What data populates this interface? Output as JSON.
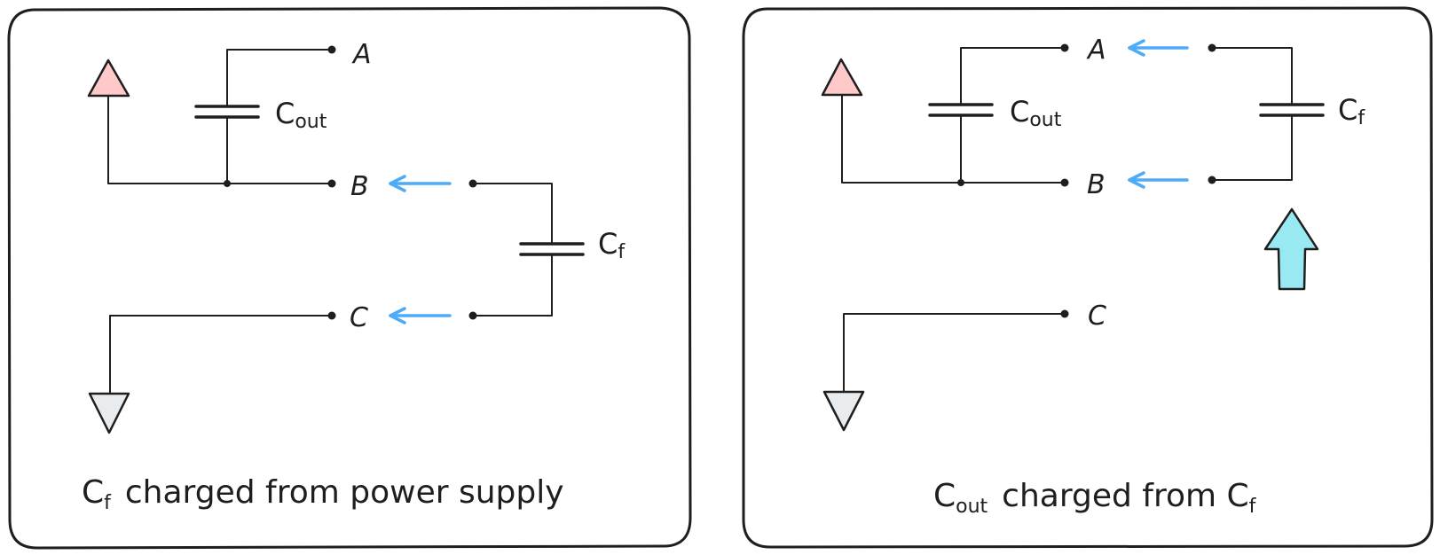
{
  "panels": [
    {
      "nodes": {
        "a": "A",
        "b": "B",
        "c": "C"
      },
      "cout": {
        "main": "C",
        "sub": "out"
      },
      "cf": {
        "main": "C",
        "sub": "f"
      },
      "caption": {
        "prefix": "C",
        "sub": "f",
        "text": "charged from power supply"
      }
    },
    {
      "nodes": {
        "a": "A",
        "b": "B",
        "c": "C"
      },
      "cout": {
        "main": "C",
        "sub": "out"
      },
      "cf": {
        "main": "C",
        "sub": "f"
      },
      "caption": {
        "prefix": "C",
        "sub": "out",
        "text": "charged from C",
        "suffix_sub": "f"
      }
    }
  ],
  "colors": {
    "supply_triangle": "#ffc9c9",
    "ground_triangle": "#e9ecef",
    "current_arrow": "#4dabf7",
    "move_arrow": "#99e9f2"
  },
  "icons": {
    "supply": "triangle-up-icon",
    "ground": "triangle-down-icon",
    "move": "up-arrow-icon",
    "flow": "left-arrow-icon"
  }
}
